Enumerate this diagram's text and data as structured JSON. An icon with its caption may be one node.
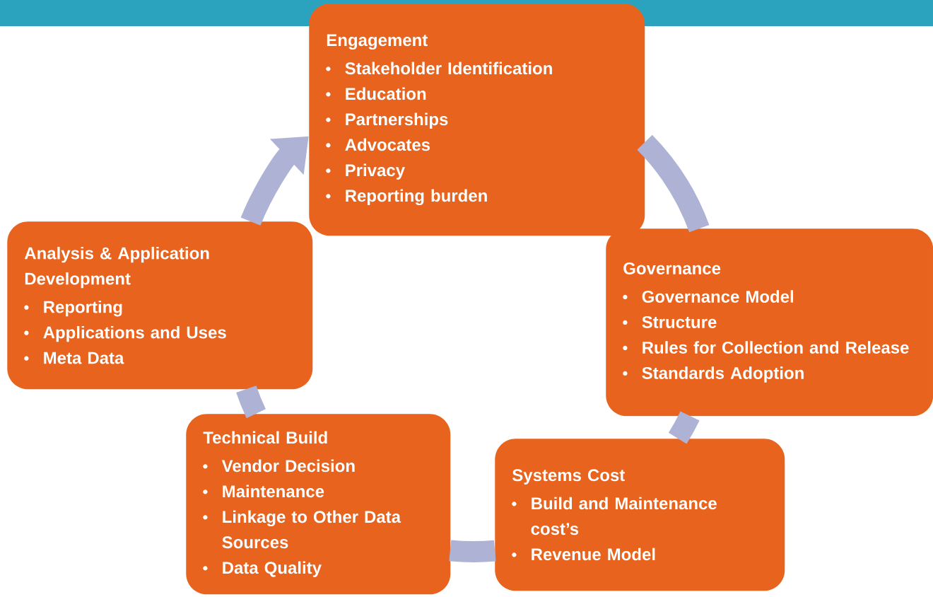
{
  "diagram": {
    "nodes": [
      {
        "text": [
          "Engagement",
          "Stakeholder Identification",
          "Education",
          "Partnerships",
          "Advocates",
          "Privacy",
          "Reporting burden"
        ]
      },
      {
        "text": [
          "Governance",
          "Governance Model",
          "Structure",
          "Rules for Collection and Release",
          "Standards Adoption"
        ]
      },
      {
        "text": [
          "Systems Cost",
          "Build and Maintenance cost’s",
          "Revenue Model"
        ]
      },
      {
        "text": [
          "Technical Build",
          "Vendor Decision",
          "Maintenance",
          "Linkage to Other Data Sources",
          "Data Quality"
        ]
      },
      {
        "text": [
          "Analysis & Application Development",
          "Reporting",
          "Applications and Uses",
          "Meta Data"
        ]
      }
    ],
    "edges": [
      {
        "from": 0,
        "to": 1,
        "arrow": "none"
      },
      {
        "from": 1,
        "to": 2,
        "arrow": "none"
      },
      {
        "from": 2,
        "to": 3,
        "arrow": "none"
      },
      {
        "from": 3,
        "to": 4,
        "arrow": "none"
      },
      {
        "from": 4,
        "to": 0,
        "arrow": "to"
      }
    ]
  }
}
